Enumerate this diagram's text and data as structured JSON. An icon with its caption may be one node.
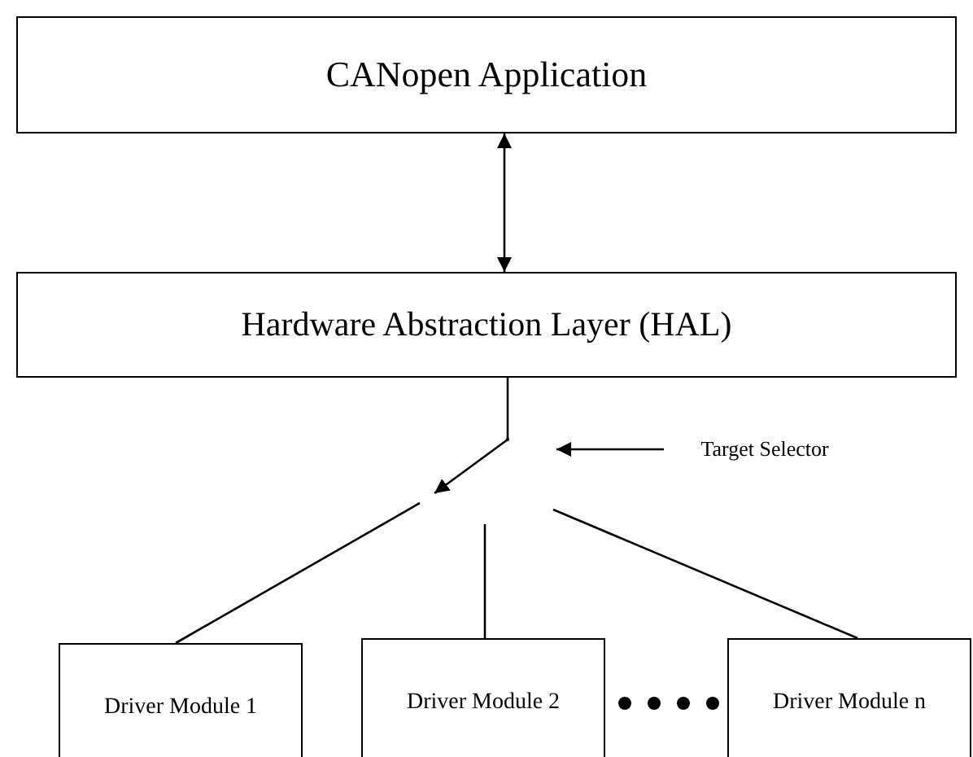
{
  "diagram": {
    "nodes": [
      {
        "text": [
          "CANopen Application"
        ]
      },
      {
        "text": [
          "Hardware Abstraction Layer (HAL)"
        ]
      },
      {
        "text": [],
        "shape": "switch"
      },
      {
        "text": [
          "Target Selector"
        ]
      },
      {
        "text": [
          "Driver Module 1"
        ]
      },
      {
        "text": [
          "Driver Module 2"
        ]
      },
      {
        "text": [
          "Driver Module n"
        ]
      }
    ],
    "edges": [
      {
        "from": 0,
        "to": 1,
        "arrow": "both"
      },
      {
        "from": 1,
        "to": 2,
        "arrow": "none"
      },
      {
        "from": 3,
        "to": 2,
        "arrow": "to"
      },
      {
        "from": 2,
        "to": 4,
        "arrow": "none"
      },
      {
        "from": 2,
        "to": 5,
        "arrow": "none"
      },
      {
        "from": 2,
        "to": 6,
        "arrow": "none"
      }
    ]
  }
}
